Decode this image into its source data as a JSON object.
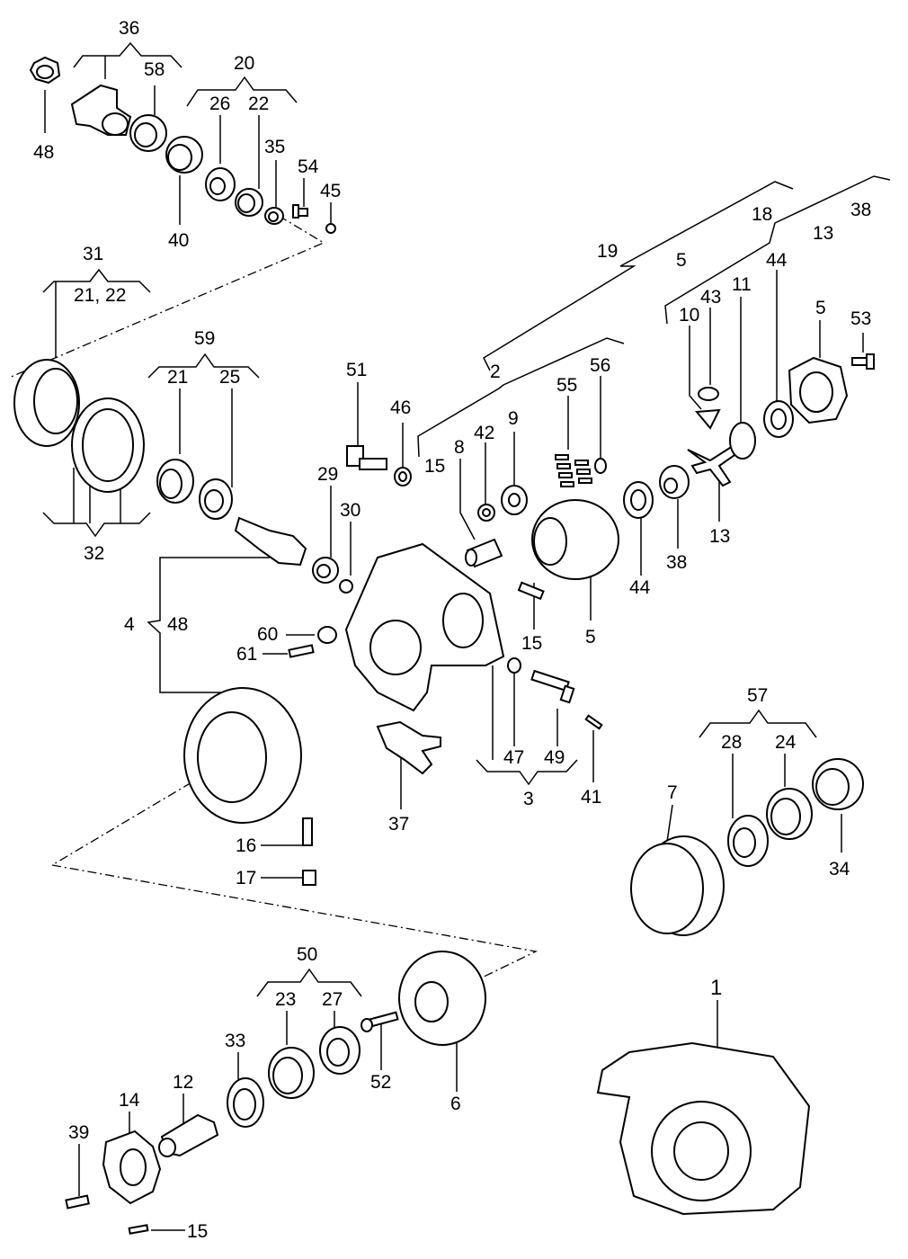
{
  "labels": {
    "n36": "36",
    "n58": "58",
    "n48a": "48",
    "n40": "40",
    "n20": "20",
    "n26": "26",
    "n22a": "22",
    "n35": "35",
    "n54": "54",
    "n45": "45",
    "n31": "31",
    "n21_22": "21, 22",
    "n32": "32",
    "n59": "59",
    "n21b": "21",
    "n25": "25",
    "n19": "19",
    "n5a": "5",
    "n18": "18",
    "n13a": "13",
    "n38a": "38",
    "n2": "2",
    "n15a": "15",
    "n51": "51",
    "n46": "46",
    "n29": "29",
    "n30": "30",
    "n8": "8",
    "n42": "42",
    "n9": "9",
    "n55": "55",
    "n56": "56",
    "n10": "10",
    "n43": "43",
    "n11": "11",
    "n44a": "44",
    "n5b": "5",
    "n53": "53",
    "n13b": "13",
    "n44b": "44",
    "n38b": "38",
    "n5c": "5",
    "n15b": "15",
    "n4": "4",
    "n48b": "48",
    "n60": "60",
    "n61": "61",
    "n47": "47",
    "n49": "49",
    "n3": "3",
    "n41": "41",
    "n37": "37",
    "n16": "16",
    "n17": "17",
    "n57": "57",
    "n28": "28",
    "n24": "24",
    "n7": "7",
    "n34": "34",
    "n50": "50",
    "n23": "23",
    "n27": "27",
    "n33": "33",
    "n52": "52",
    "n6": "6",
    "n12": "12",
    "n14": "14",
    "n39": "39",
    "n15c": "15",
    "n1": "1"
  }
}
